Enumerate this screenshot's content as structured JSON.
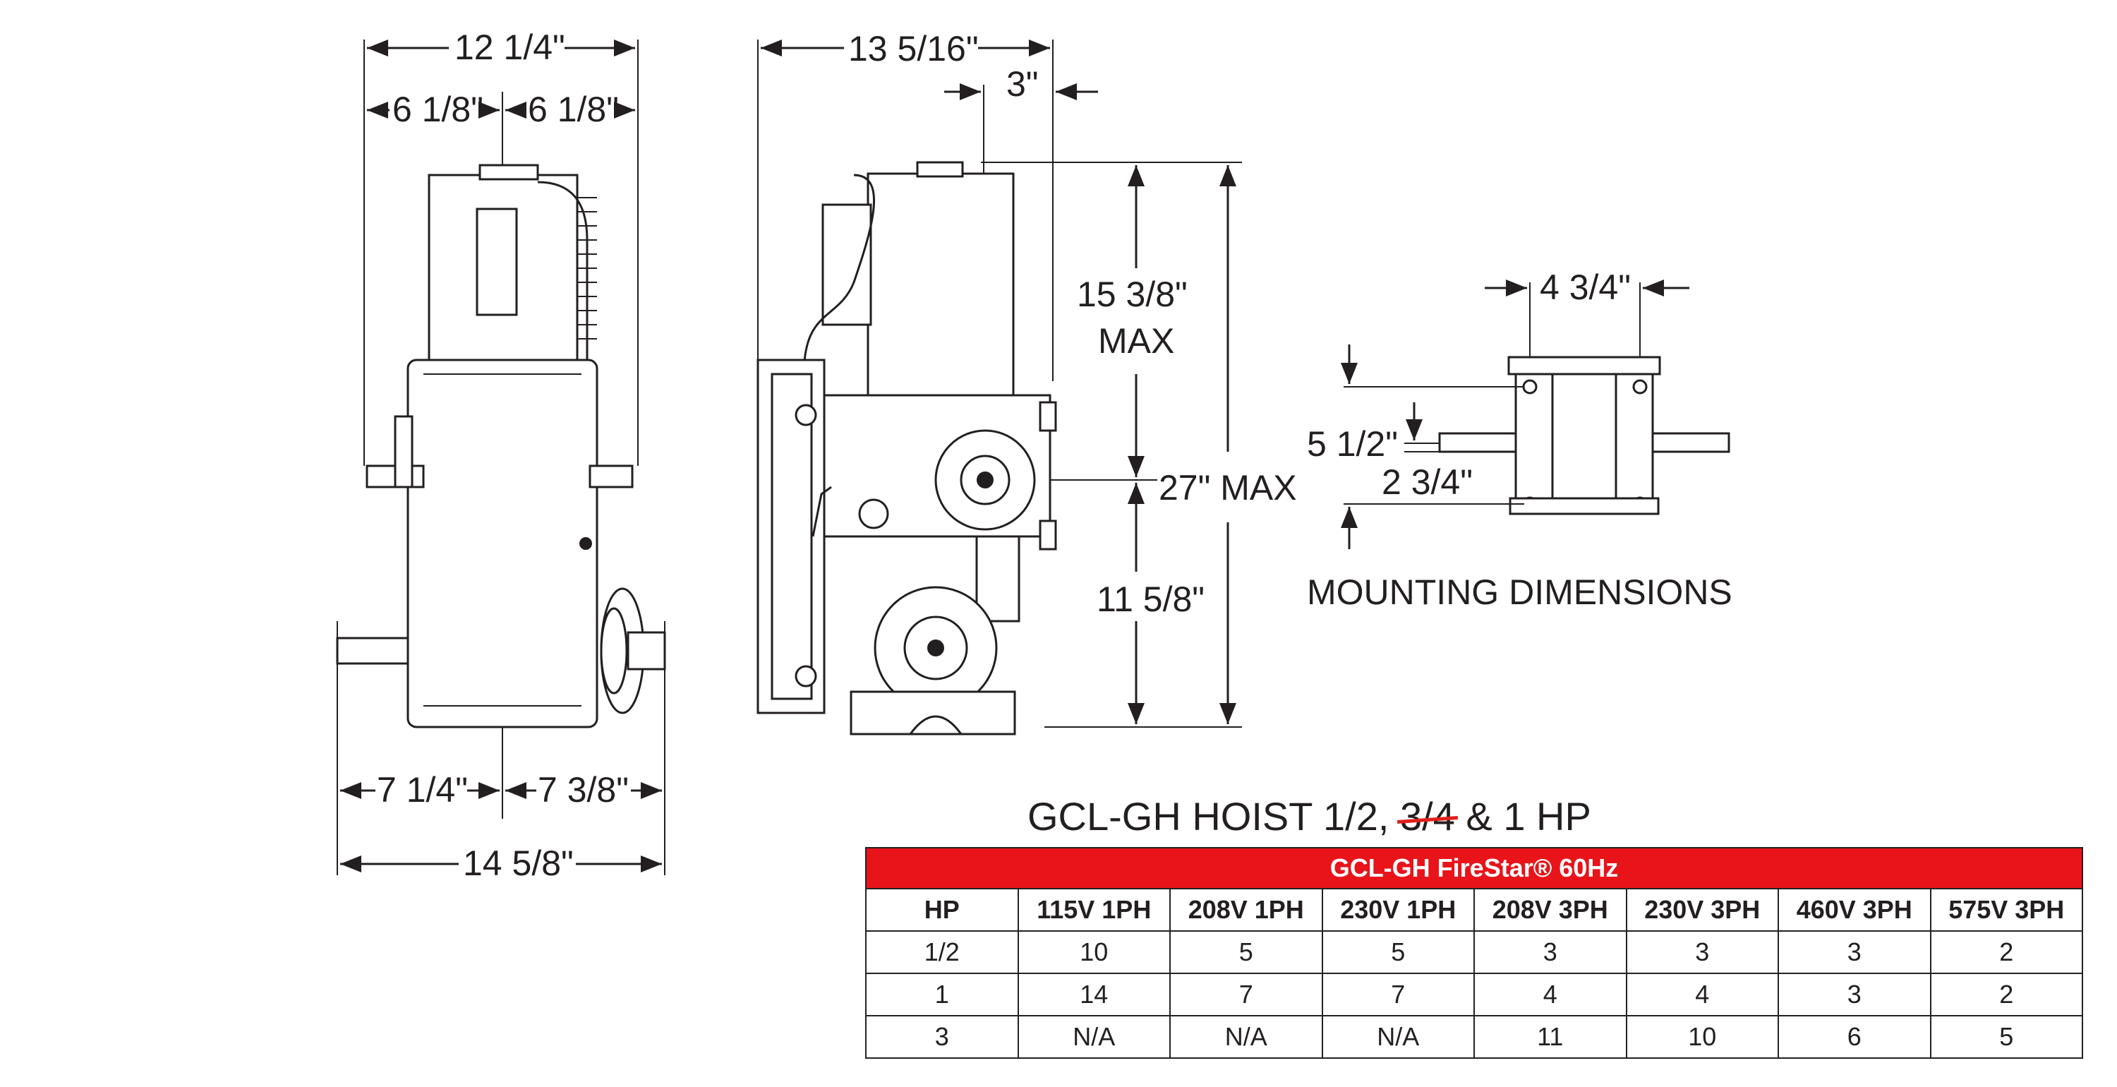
{
  "left_view": {
    "overall_width": "12 1/4\"",
    "half_left": "6 1/8\"",
    "half_right": "6 1/8\"",
    "base_left": "7 1/4\"",
    "base_right": "7 3/8\"",
    "base_overall": "14 5/8\""
  },
  "side_view": {
    "overall_depth": "13 5/16\"",
    "offset": "3\"",
    "upper_height": "15 3/8\"",
    "upper_height_note": "MAX",
    "total_height": "27\" MAX",
    "lower_height": "11 5/8\""
  },
  "mounting": {
    "top_width": "4 3/4\"",
    "outer_height": "5 1/2\"",
    "inner_height": "2 3/4\"",
    "label": "MOUNTING DIMENSIONS"
  },
  "title": {
    "before": "GCL-GH HOIST 1/2, ",
    "struck": "3/4",
    "after": " & 1 HP"
  },
  "table": {
    "banner": "GCL-GH FireStar® 60Hz",
    "headers": [
      "HP",
      "115V 1PH",
      "208V 1PH",
      "230V 1PH",
      "208V 3PH",
      "230V 3PH",
      "460V 3PH",
      "575V 3PH"
    ],
    "rows": [
      [
        "1/2",
        "10",
        "5",
        "5",
        "3",
        "3",
        "3",
        "2"
      ],
      [
        "1",
        "14",
        "7",
        "7",
        "4",
        "4",
        "3",
        "2"
      ],
      [
        "3",
        "N/A",
        "N/A",
        "N/A",
        "11",
        "10",
        "6",
        "5"
      ]
    ]
  },
  "colors": {
    "banner": "#e8141a",
    "line": "#231f20",
    "strike": "#e0201b"
  }
}
